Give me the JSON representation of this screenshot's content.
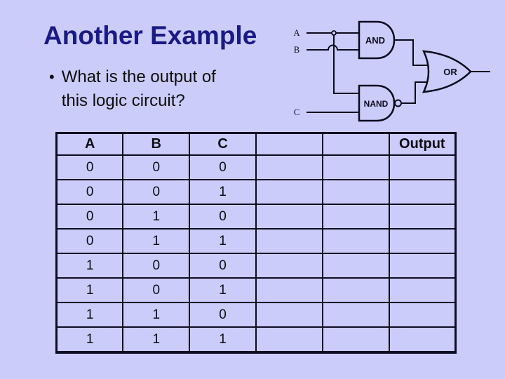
{
  "slide": {
    "title": "Another Example",
    "bullet": {
      "marker": "•",
      "lines": [
        "What is the output of",
        "this logic circuit?"
      ]
    }
  },
  "circuit": {
    "inputs": {
      "a": "A",
      "b": "B",
      "c": "C"
    },
    "gates": {
      "and": "AND",
      "nand": "NAND",
      "or": "OR"
    }
  },
  "truth_table": {
    "headers": [
      "A",
      "B",
      "C",
      "",
      "",
      "Output"
    ],
    "rows": [
      [
        "0",
        "0",
        "0",
        "",
        "",
        ""
      ],
      [
        "0",
        "0",
        "1",
        "",
        "",
        ""
      ],
      [
        "0",
        "1",
        "0",
        "",
        "",
        ""
      ],
      [
        "0",
        "1",
        "1",
        "",
        "",
        ""
      ],
      [
        "1",
        "0",
        "0",
        "",
        "",
        ""
      ],
      [
        "1",
        "0",
        "1",
        "",
        "",
        ""
      ],
      [
        "1",
        "1",
        "0",
        "",
        "",
        ""
      ],
      [
        "1",
        "1",
        "1",
        "",
        "",
        ""
      ]
    ]
  },
  "colors": {
    "background": "#ccccfa",
    "title": "#1a1a86",
    "wire": "#0a0a1e",
    "table_border": "#0c0c22"
  }
}
